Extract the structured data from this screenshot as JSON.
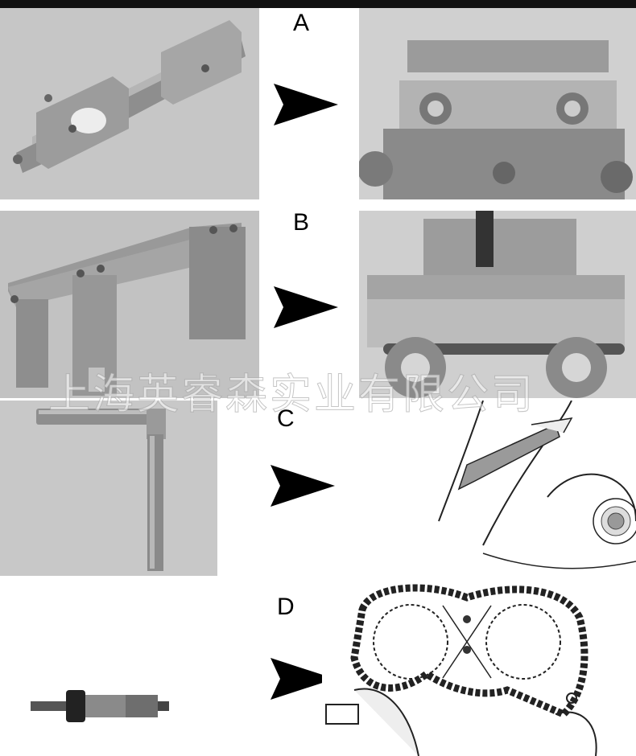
{
  "steps": [
    {
      "label": "A",
      "tool": "camshaft-alignment-bar",
      "result": "engine-head-with-bar-installed"
    },
    {
      "label": "B",
      "tool": "camshaft-bridge-fixture",
      "result": "engine-with-bridge-fixture-and-chain"
    },
    {
      "label": "C",
      "tool": "l-shaped-locking-pin",
      "result": "pin-insertion-diagram"
    },
    {
      "label": "D",
      "tool": "tensioner-locking-bolt",
      "result": "timing-chain-diagram"
    }
  ],
  "watermark": "上海英睿森实业有限公司",
  "colors": {
    "arrow": "#000000",
    "panel_bg": "#c4c4c4",
    "metal": "#9a9a9a",
    "line": "#222222"
  }
}
